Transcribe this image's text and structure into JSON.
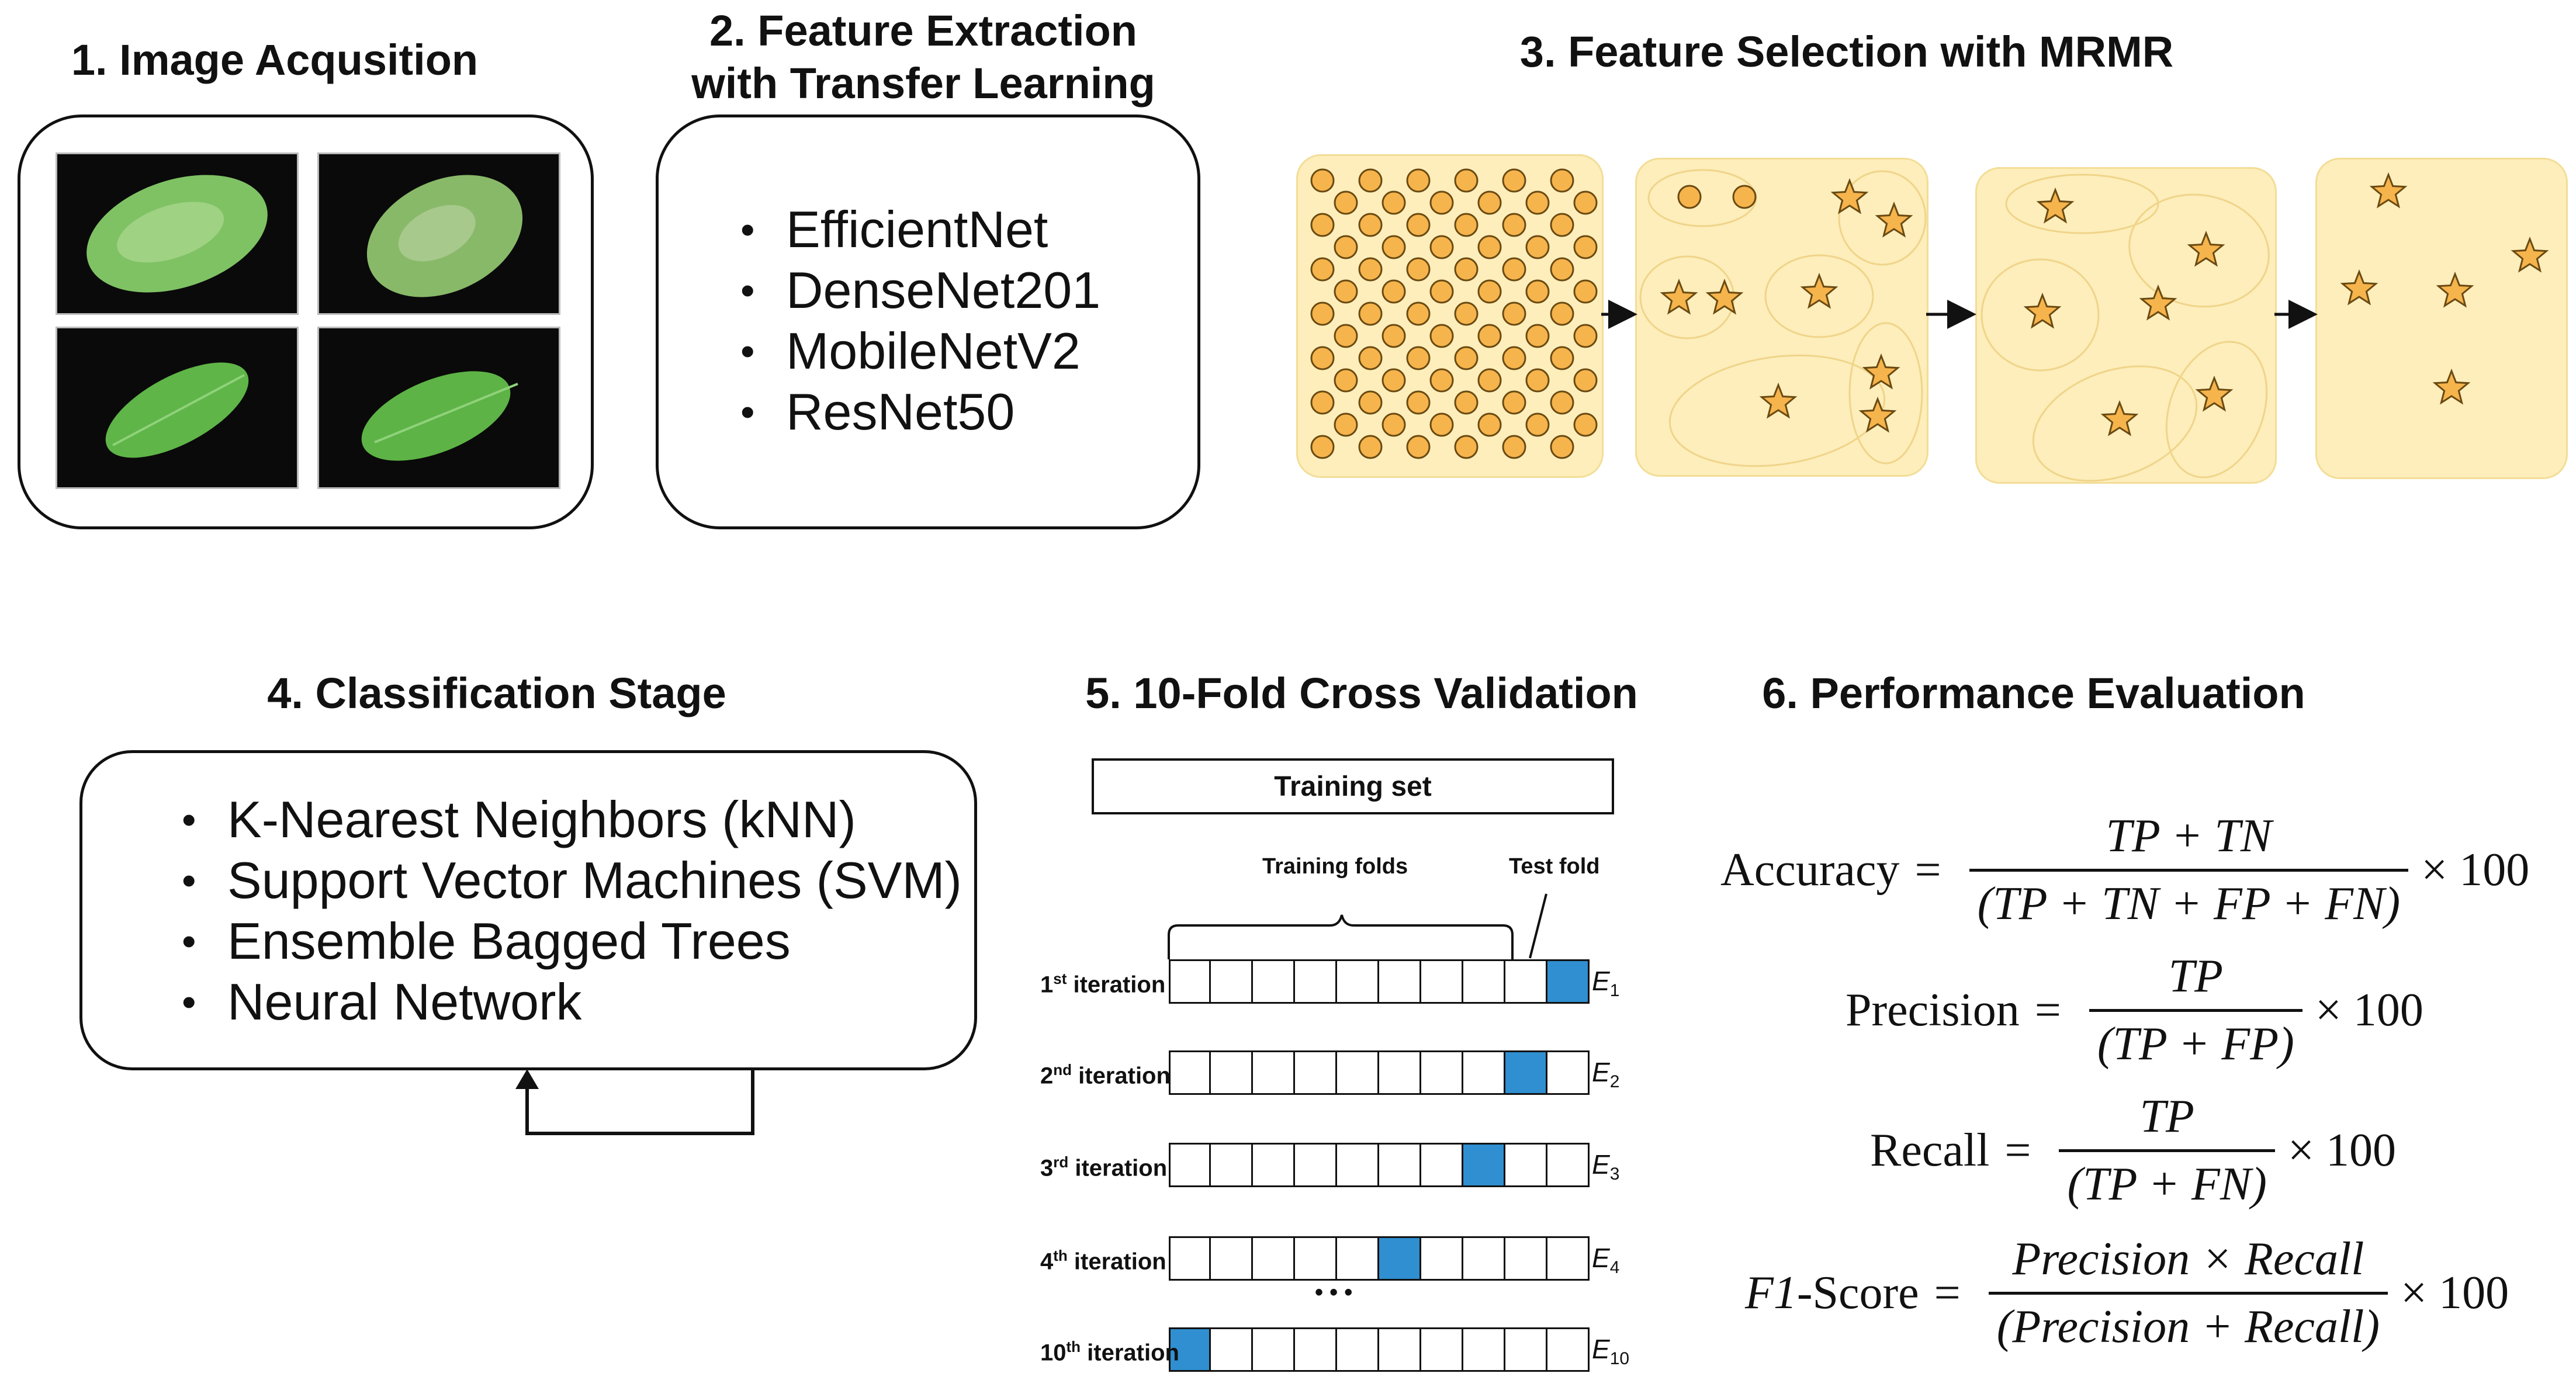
{
  "sections": {
    "s1": {
      "title": "1. Image Acqusition"
    },
    "s2": {
      "title_line1": "2. Feature Extraction",
      "title_line2": "with Transfer Learning",
      "items": [
        "EfficientNet",
        "DenseNet201",
        "MobileNetV2",
        "ResNet50"
      ]
    },
    "s3": {
      "title": "3. Feature Selection with MRMR"
    },
    "s4": {
      "title": "4. Classification Stage",
      "items": [
        "K-Nearest Neighbors (kNN)",
        "Support Vector Machines (SVM)",
        "Ensemble Bagged Trees",
        "Neural Network"
      ]
    },
    "s5": {
      "title": "5. 10-Fold Cross Validation",
      "training_set": "Training set",
      "training_folds": "Training folds",
      "test_fold": "Test fold",
      "ellipsis": "• • •",
      "iterations": [
        {
          "num": "1",
          "sup": "st",
          "word": " iteration",
          "e": "E",
          "sub": "1",
          "test_fold_index": 9
        },
        {
          "num": "2",
          "sup": "nd",
          "word": " iteration",
          "e": "E",
          "sub": "2",
          "test_fold_index": 8
        },
        {
          "num": "3",
          "sup": "rd",
          "word": " iteration",
          "e": "E",
          "sub": "3",
          "test_fold_index": 7
        },
        {
          "num": "4",
          "sup": "th",
          "word": " iteration",
          "e": "E",
          "sub": "4",
          "test_fold_index": 5
        },
        {
          "num": "10",
          "sup": "th",
          "word": " iteration",
          "e": "E",
          "sub": "10",
          "test_fold_index": 0
        }
      ]
    },
    "s6": {
      "title": "6. Performance Evaluation",
      "formulas": [
        {
          "lhs": "Accuracy",
          "num": "TP + TN",
          "den": "(TP + TN + FP + FN)",
          "mult": "× 100"
        },
        {
          "lhs": "Precision",
          "num": "TP",
          "den": "(TP + FP)",
          "mult": "× 100"
        },
        {
          "lhs": "Recall",
          "num": "TP",
          "den": "(TP + FN)",
          "mult": "× 100"
        },
        {
          "lhs_italic": "F1",
          "lhs": "-Score",
          "num": "Precision × Recall",
          "den": "(Precision + Recall)",
          "mult": "× 100"
        }
      ]
    }
  },
  "colors": {
    "test_fold": "#2f8fd0",
    "panel_fill": "#fdeebb",
    "marker_fill": "#f6b44c",
    "leaf_green": "#5fb548"
  }
}
